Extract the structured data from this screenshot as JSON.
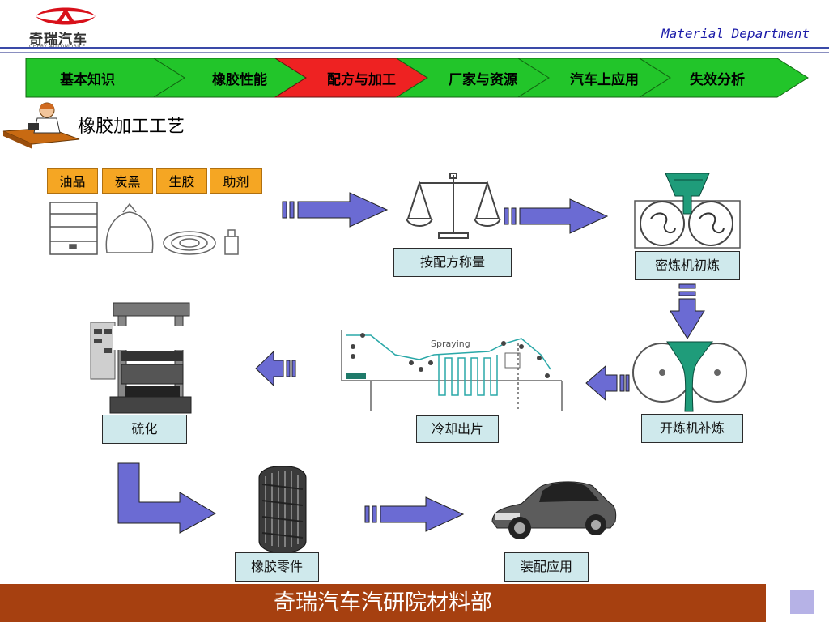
{
  "header": {
    "logo_text": "奇瑞汽车",
    "logo_subtext": "CHERY AUTOMOBILE",
    "department": "Material Department"
  },
  "nav": {
    "items": [
      {
        "label": "基本知识",
        "active": false
      },
      {
        "label": "橡胶性能",
        "active": false
      },
      {
        "label": "配方与加工",
        "active": true
      },
      {
        "label": "厂家与资源",
        "active": false
      },
      {
        "label": "汽车上应用",
        "active": false
      },
      {
        "label": "失效分析",
        "active": false
      }
    ],
    "colors": {
      "inactive": "#22c52a",
      "active": "#ee2222"
    }
  },
  "page_title": "橡胶加工工艺",
  "ingredients": [
    "油品",
    "炭黑",
    "生胶",
    "助剂"
  ],
  "steps": {
    "weighing": "按配方称量",
    "internal_mixing": "密炼机初炼",
    "open_mixing": "开炼机补炼",
    "cooling": "冷却出片",
    "vulcanizing": "硫化",
    "rubber_parts": "橡胶零件",
    "assembly": "装配应用"
  },
  "figure_text": {
    "spraying": "Spraying"
  },
  "footer": {
    "text": "奇瑞汽车汽研院材料部"
  },
  "colors": {
    "arrow": "#6b6bd3",
    "box": "#cfe9ec",
    "ingredient": "#f5a623",
    "footer": "#a64010",
    "dept": "#1a1aa8"
  }
}
